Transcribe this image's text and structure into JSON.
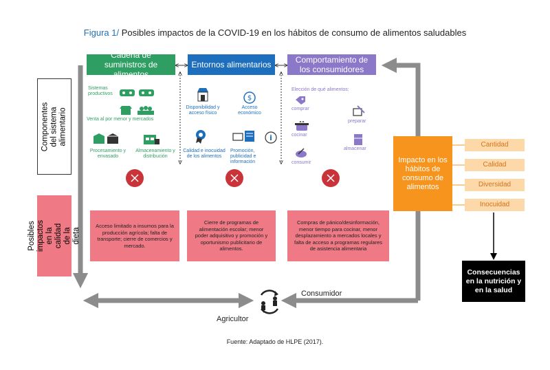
{
  "title": {
    "label": "Figura 1/",
    "text": "Posibles impactos de la COVID-19 en los hábitos de consumo de alimentos saludables"
  },
  "columns": {
    "supply": {
      "header": "Cadena de suministros de alimentos",
      "items": [
        "Sistemas productivos",
        "Venta al por menor y mercados",
        "Procesamiento y envasado",
        "Almacenamiento y distribución"
      ],
      "impact": "Acceso limitado a insumos para la producción agrícola; falta de transporte; cierre de comercios y mercado."
    },
    "environment": {
      "header": "Entornos alimentarios",
      "items": [
        "Disponibilidad y acceso físico",
        "Acceso económico",
        "Calidad e inocuidad de los alimentos",
        "Promoción, publicidad e información"
      ],
      "impact": "Cierre de programas de alimentación escolar; menor poder adquisitivo y promoción y oportunismo publicitario de alimentos."
    },
    "behavior": {
      "header": "Comportamiento de los consumidores",
      "intro": "Elección de qué alimentos:",
      "items": [
        "comprar",
        "preparar",
        "cocinar",
        "almacenar",
        "consumir"
      ],
      "impact": "Compras de pánico/desinformación, menor tiempo para cocinar, menor desplazamiento a mercados locales y falta de acceso a programas regulares de asistencia alimentaria"
    }
  },
  "side_labels": {
    "components": "Componentes del sistema alimentario",
    "impacts": "Posibles impactos en la calidad de la dieta"
  },
  "impact_box": "Impacto en los hábitos de consumo de alimentos",
  "dimensions": [
    "Cantidad",
    "Calidad",
    "Diversidad",
    "Inocuidad"
  ],
  "consequences": "Consecuencias en la nutrición y en la salud",
  "cycle": {
    "consumer": "Consumidor",
    "farmer": "Agricultor"
  },
  "source": "Fuente: Adaptado de HLPE (2017).",
  "colors": {
    "green": "#2e9e63",
    "blue": "#1d6fbd",
    "purple": "#8c78c8",
    "red": "#ef7a86",
    "orange": "#f7941d",
    "gray": "#8c8c8c"
  }
}
